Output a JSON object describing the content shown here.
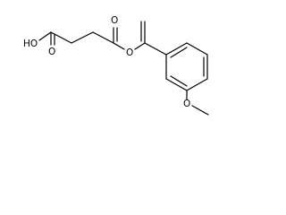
{
  "molecule": {
    "atoms": {
      "hydroxyl": "HO",
      "acid_carbonyl_oxygen": "O",
      "ester_carbonyl_oxygen": "O",
      "ester_oxygen": "O",
      "methoxy_oxygen": "O"
    }
  }
}
